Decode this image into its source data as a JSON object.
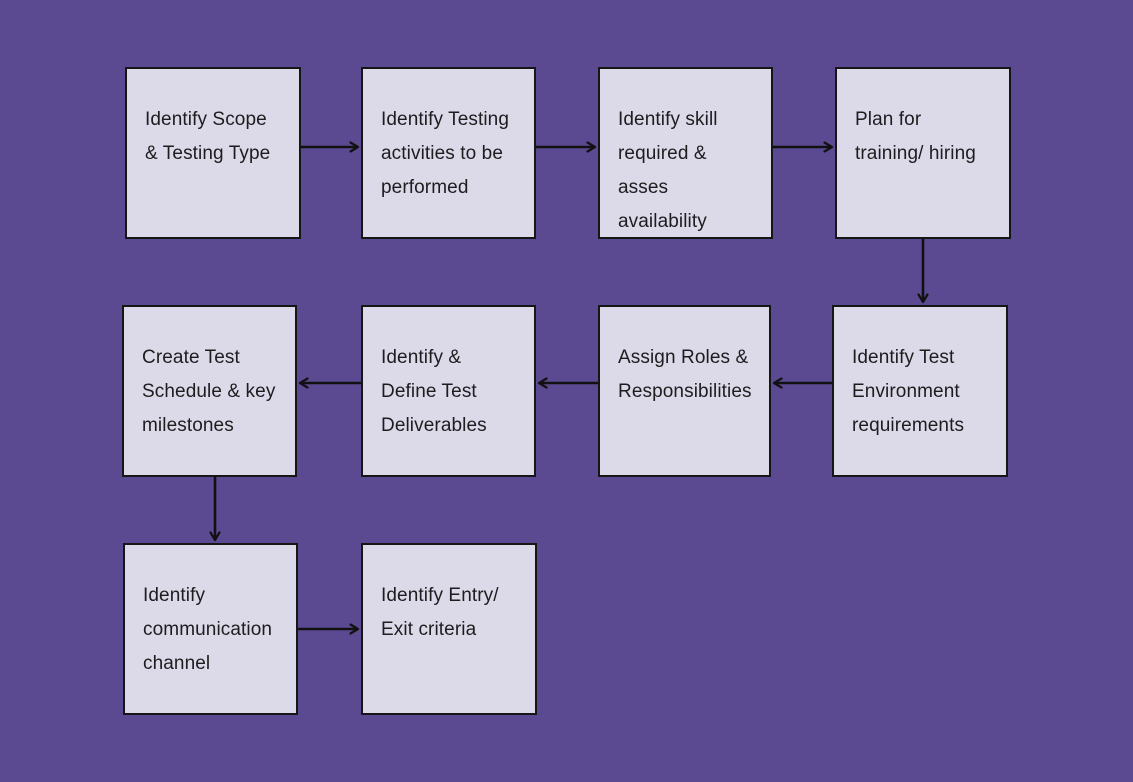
{
  "diagram": {
    "type": "flowchart",
    "background_color": "#5b4a91",
    "node_fill_color": "#dcd9e8",
    "node_border_color": "#161616",
    "arrow_color": "#111111",
    "nodes": [
      {
        "id": "n1",
        "label": "Identify Scope\n& Testing Type"
      },
      {
        "id": "n2",
        "label": "Identify Testing\nactivities to be\nperformed"
      },
      {
        "id": "n3",
        "label": "Identify skill\nrequired & asses\navailability"
      },
      {
        "id": "n4",
        "label": "Plan for\ntraining/ hiring"
      },
      {
        "id": "n5",
        "label": "Identify Test\nEnvironment\nrequirements"
      },
      {
        "id": "n6",
        "label": "Assign Roles &\nResponsibilities"
      },
      {
        "id": "n7",
        "label": "Identify &\nDefine Test\nDeliverables"
      },
      {
        "id": "n8",
        "label": "Create Test\nSchedule & key\nmilestones"
      },
      {
        "id": "n9",
        "label": "Identify\ncommunication\nchannel"
      },
      {
        "id": "n10",
        "label": "Identify Entry/\nExit criteria"
      }
    ],
    "edges": [
      {
        "from": "n1",
        "to": "n2",
        "direction": "right"
      },
      {
        "from": "n2",
        "to": "n3",
        "direction": "right"
      },
      {
        "from": "n3",
        "to": "n4",
        "direction": "right"
      },
      {
        "from": "n4",
        "to": "n5",
        "direction": "down"
      },
      {
        "from": "n5",
        "to": "n6",
        "direction": "left"
      },
      {
        "from": "n6",
        "to": "n7",
        "direction": "left"
      },
      {
        "from": "n7",
        "to": "n8",
        "direction": "left"
      },
      {
        "from": "n8",
        "to": "n9",
        "direction": "down"
      },
      {
        "from": "n9",
        "to": "n10",
        "direction": "right"
      }
    ]
  }
}
